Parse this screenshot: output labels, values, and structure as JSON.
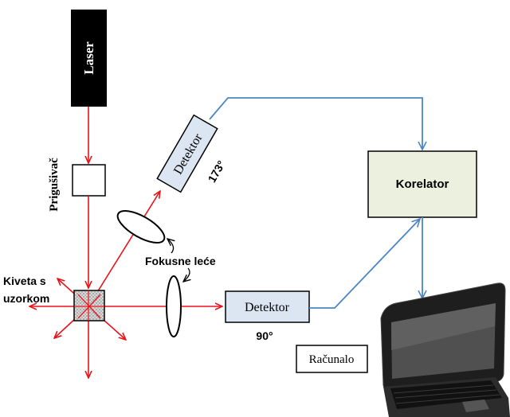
{
  "labels": {
    "laser": "Laser",
    "attenuator": "Prigušivač",
    "detector_backscatter": "Detektor",
    "angle_backscatter": "173°",
    "correlator": "Korelator",
    "focusing_lenses": "Fokusne leće",
    "cuvette_line1": "Kiveta s",
    "cuvette_line2": "uzorkom",
    "detector_side": "Detektor",
    "angle_side": "90°",
    "computer": "Računalo"
  },
  "colors": {
    "laser_beam": "#e8141a",
    "signal_line": "#4a86c5",
    "detector_fill": "#dce6f2",
    "correlator_fill": "#ebf1de",
    "laser_body": "#000000"
  }
}
